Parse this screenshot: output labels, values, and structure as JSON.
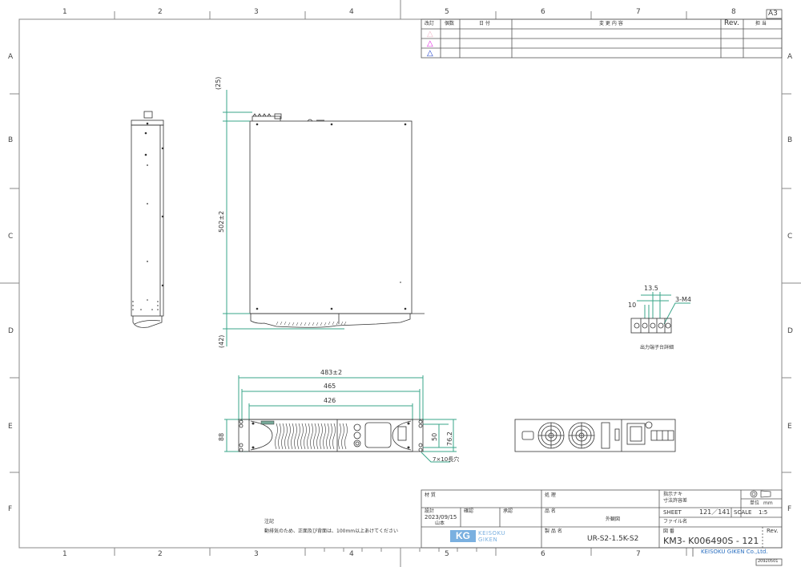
{
  "sheet_size": "A3",
  "grid": {
    "columns": [
      "1",
      "2",
      "3",
      "4",
      "5",
      "6",
      "7",
      "8"
    ],
    "rows": [
      "A",
      "B",
      "C",
      "D",
      "E",
      "F"
    ]
  },
  "revision_table": {
    "headers": [
      "改訂",
      "個数",
      "日 付",
      "変 更 内 容",
      "Rev.",
      "担 当"
    ],
    "rows": [
      {
        "mark": "△",
        "mark_color": "#f0b8c8"
      },
      {
        "mark": "△",
        "mark_color": "#e020e0"
      },
      {
        "mark": "△",
        "mark_color": "#1a3cc8"
      }
    ]
  },
  "side_view": {
    "dim_top": "(25)",
    "dim_height": "502±2",
    "dim_bottom": "(42)"
  },
  "front_view": {
    "dim_overall": "483±2",
    "dim_mount": "465",
    "dim_body": "426",
    "dim_height": "88",
    "dim_hole_pitch": "50",
    "dim_hole_outer": "76.2",
    "hole_note": "7×10長穴"
  },
  "terminal_detail": {
    "dim_pitch": "13.5",
    "dim_width": "10",
    "screw_label": "3-M4",
    "caption": "出力端子台詳細"
  },
  "notes": {
    "title": "注記",
    "line1": "動排気のため、正面及び背面は、100mm以上あけてください"
  },
  "title_block": {
    "material_label": "材 質",
    "treatment_label": "処 理",
    "tolerance_label": "指示ナキ",
    "tolerance_label2": "寸法許容差",
    "unit_label": "単位",
    "unit_value": "mm",
    "design_label": "設計",
    "design_date": "2023/09/15",
    "designer": "山本",
    "check_label": "確認",
    "approve_label": "承認",
    "part_name_label": "品 名",
    "part_name": "外観図",
    "product_name_label": "製 品 名",
    "product_name": "UR-S2-1.5K-S2",
    "sheet_label": "SHEET",
    "sheet_value": "121／141",
    "scale_label": "SCALE",
    "scale_value": "1:5",
    "file_label": "ファイル名",
    "drawing_no_label": "図 番",
    "drawing_no": "KM3- K006490S - 121",
    "rev_label": "Rev.",
    "company": "KEISOKU GIKEN Co.,Ltd.",
    "logo_mark": "KG",
    "logo_line1": "KEISOKU",
    "logo_line2": "GIKEN",
    "form_no": "20920501"
  },
  "colors": {
    "frame": "#888888",
    "dimension": "#3aa58a",
    "drawing": "#333333",
    "logo": "#7ab0e0",
    "company": "#2a6fc0"
  }
}
